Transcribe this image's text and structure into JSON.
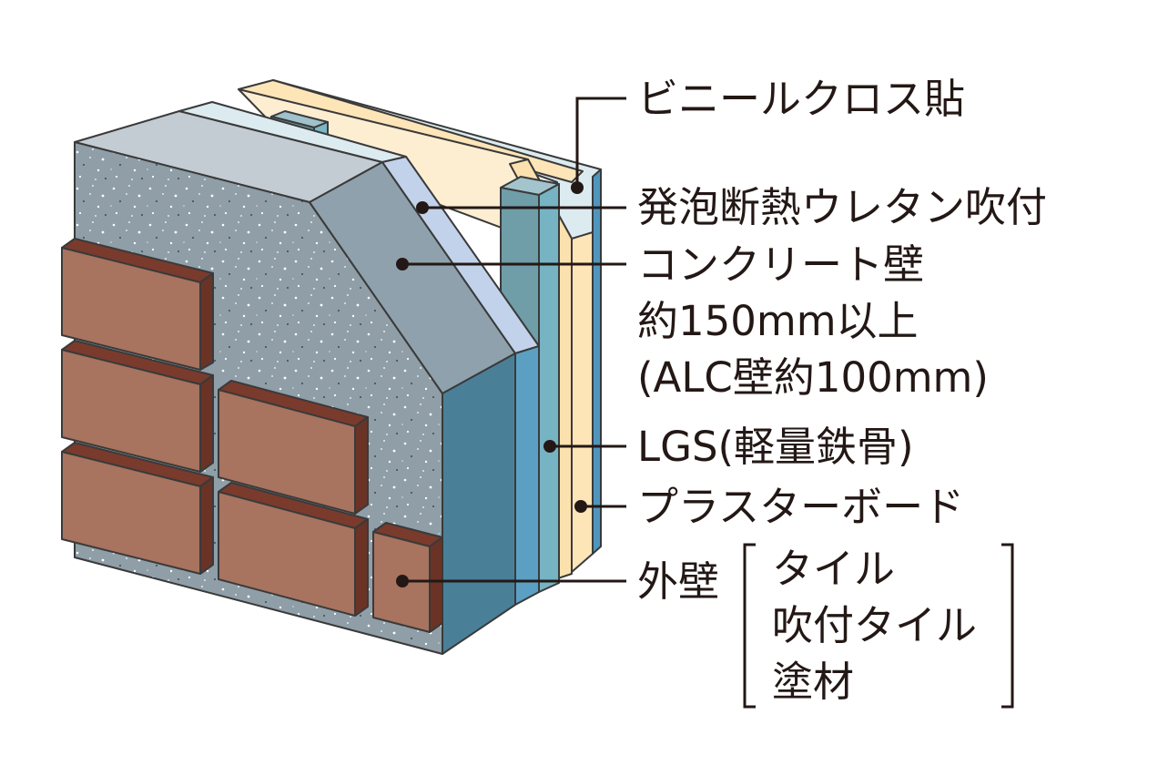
{
  "labels": {
    "vinyl": "ビニールクロス貼",
    "insulation": "発泡断熱ウレタン吹付",
    "concrete_line1": "コンクリート壁",
    "concrete_line2": "約150mm以上",
    "concrete_line3": "(ALC壁約100mm)",
    "lgs": "LGS(軽量鉄骨)",
    "plaster": "プラスターボード",
    "exterior": "外壁",
    "exterior_options": [
      "タイル",
      "吹付タイル",
      "塗材"
    ]
  },
  "colors": {
    "concrete": "#8f9ea7",
    "concrete_top": "#c3ccd2",
    "brick": "#a8735f",
    "brick_dark": "#7a3b2c",
    "insulation": "#c2d2ea",
    "lgs": "#6fb3c6",
    "plaster": "#fde5b8",
    "vinyl": "#dcebf0",
    "wall_blue": "#4a7f98",
    "line": "#231815"
  }
}
